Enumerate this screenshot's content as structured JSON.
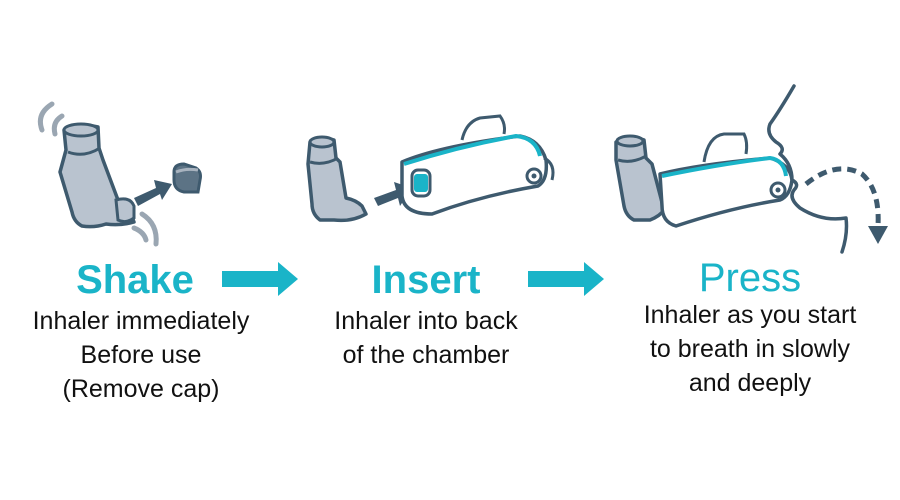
{
  "colors": {
    "accent": "#1ab4c8",
    "outline": "#3e5a6e",
    "inhaler_fill": "#b9c3cf",
    "text": "#111111",
    "background": "#ffffff"
  },
  "steps": [
    {
      "title": "Shake",
      "title_weight": "bold",
      "lines": [
        "Inhaler immediately",
        "Before use",
        "(Remove cap)"
      ],
      "illustration": "inhaler-shaking-cap-removed"
    },
    {
      "title": "Insert",
      "title_weight": "bold",
      "lines": [
        "Inhaler into back",
        "of the chamber"
      ],
      "illustration": "inhaler-into-spacer-chamber"
    },
    {
      "title": "Press",
      "title_weight": "normal",
      "lines": [
        "Inhaler as you start",
        "to breath in slowly",
        "and deeply"
      ],
      "illustration": "person-inhaling-from-spacer"
    }
  ],
  "connectors": [
    {
      "icon": "arrow-right-icon"
    },
    {
      "icon": "arrow-right-icon"
    }
  ]
}
